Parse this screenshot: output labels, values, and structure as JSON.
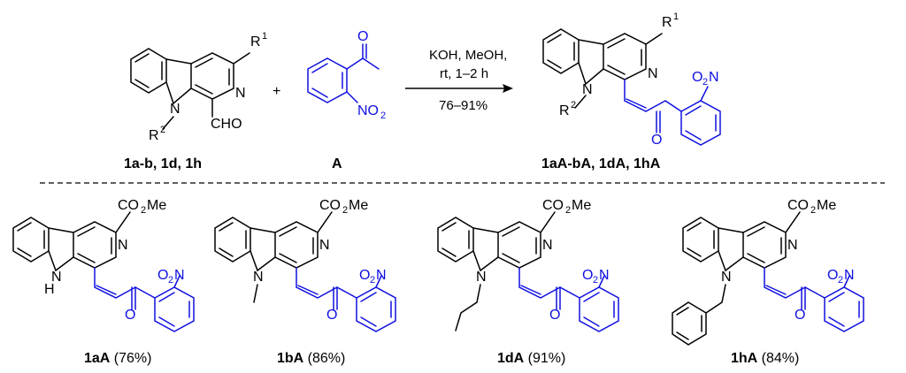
{
  "reaction": {
    "reactant_label": "1a-b, 1d, 1h",
    "reagent_label": "A",
    "product_label": "1aA-bA, 1dA, 1hA",
    "plus": "+",
    "conditions": [
      "KOH, MeOH,",
      "rt, 1–2 h",
      "76–91%"
    ],
    "atoms": {
      "R": "R",
      "sup1": "1",
      "sup2": "2",
      "N": "N",
      "CHO": "CHO",
      "O": "O",
      "NO": "NO",
      "O2": "O",
      "sub2": "2",
      "H": "H"
    }
  },
  "products": [
    {
      "id": "1aA",
      "yield": " (76%)",
      "ester": "CO",
      "ester2": "2",
      "ester3": "Me"
    },
    {
      "id": "1bA",
      "yield": " (86%)",
      "ester": "CO",
      "ester2": "2",
      "ester3": "Me"
    },
    {
      "id": "1dA",
      "yield": " (91%)",
      "ester": "CO",
      "ester2": "2",
      "ester3": "Me"
    },
    {
      "id": "1hA",
      "yield": " (84%)",
      "ester": "CO",
      "ester2": "2",
      "ester3": "Me"
    }
  ],
  "colors": {
    "accent": "#1010e0",
    "ink": "#000000"
  }
}
